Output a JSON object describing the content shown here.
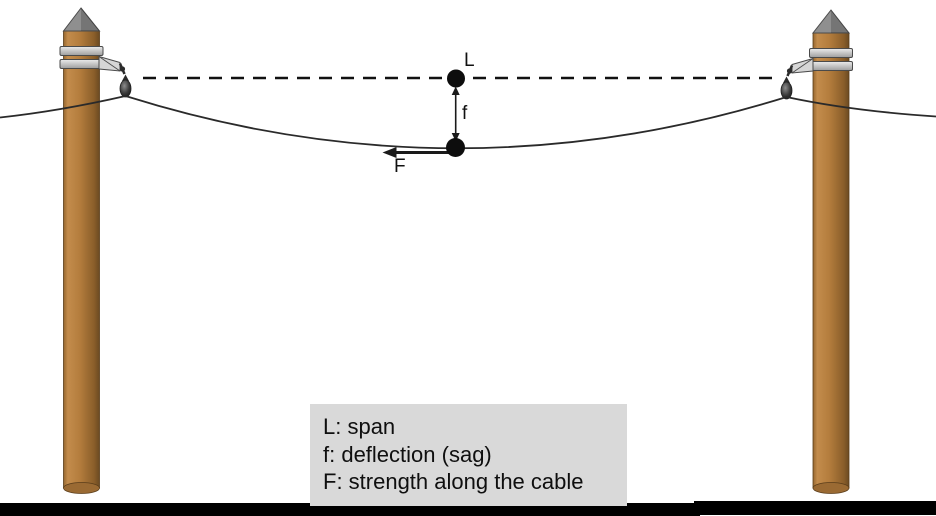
{
  "figure": {
    "labels": {
      "span_point": "L",
      "deflection": "f",
      "force": "F"
    },
    "legend": {
      "lines": [
        "L: span",
        "f: deflection (sag)",
        "F: strength along the cable"
      ]
    },
    "colors": {
      "background": "#ffffff",
      "pole_brown_mid": "#b47d3d",
      "pole_brown_dark": "#6b4a22",
      "pole_cap_gray": "#8f8f8f",
      "band_gray": "#d6d6d6",
      "insulator_dark": "#1c1c1c",
      "cable_line": "#2a2a2a",
      "marker_black": "#0d0d0d",
      "dash_line": "#111111",
      "legend_bg": "#d9d9d9",
      "ground_black": "#000000",
      "text_black": "#111111"
    }
  }
}
